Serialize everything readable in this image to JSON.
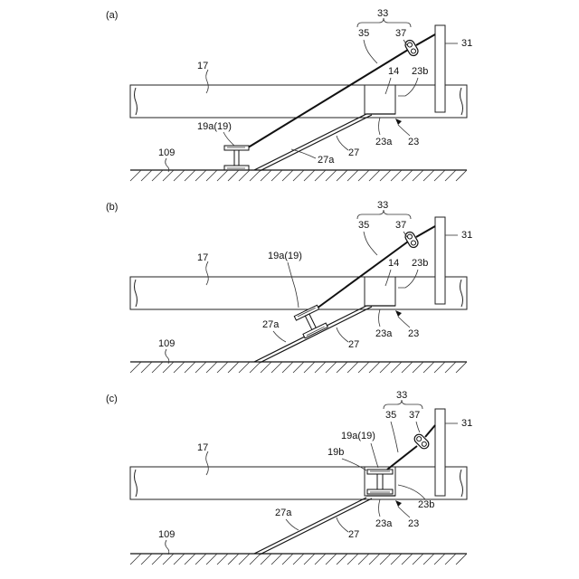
{
  "panels": [
    {
      "panel_label": "(a)",
      "labels": {
        "group": "33",
        "sub_a": "35",
        "sub_b": "37",
        "post": "31",
        "girder": "17",
        "part14": "14",
        "pocket": "23b",
        "steel": "19a(19)",
        "rail_edge": "27a",
        "rail": "27",
        "pocket_a": "23a",
        "pocket_main": "23",
        "ground": "109"
      }
    },
    {
      "panel_label": "(b)",
      "labels": {
        "group": "33",
        "sub_a": "35",
        "sub_b": "37",
        "post": "31",
        "girder": "17",
        "part14": "14",
        "pocket": "23b",
        "steel": "19a(19)",
        "rail_edge": "27a",
        "rail": "27",
        "pocket_a": "23a",
        "pocket_main": "23",
        "ground": "109"
      }
    },
    {
      "panel_label": "(c)",
      "labels": {
        "group": "33",
        "sub_a": "35",
        "sub_b": "37",
        "post": "31",
        "girder": "17",
        "steel": "19a(19)",
        "flange": "19b",
        "pocket": "23b",
        "rail_edge": "27a",
        "rail": "27",
        "pocket_a": "23a",
        "pocket_main": "23",
        "ground": "109"
      }
    }
  ]
}
